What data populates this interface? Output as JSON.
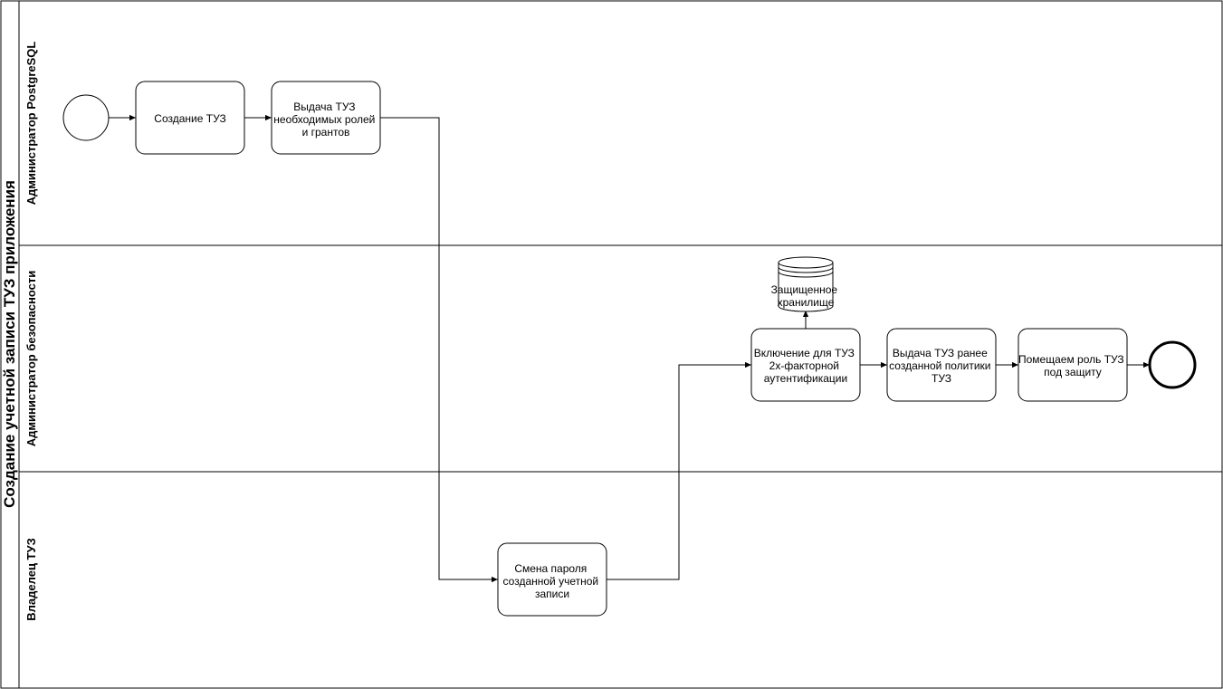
{
  "pool": {
    "title": "Создание учетной записи ТУЗ приложения"
  },
  "lanes": [
    {
      "title": "Администратор PostgreSQL"
    },
    {
      "title": "Администратор безопасности"
    },
    {
      "title": "Владелец ТУЗ"
    }
  ],
  "tasks": {
    "create_account": [
      "Создание ТУЗ"
    ],
    "grant_roles": [
      "Выдача ТУЗ",
      "необходимых ролей",
      "и грантов"
    ],
    "change_password": [
      "Смена пароля",
      "созданной учетной",
      "записи"
    ],
    "enable_2fa": [
      "Включение для ТУЗ",
      "2х-факторной",
      "аутентификации"
    ],
    "issue_policy": [
      "Выдача ТУЗ ранее",
      "созданной политики",
      "ТУЗ"
    ],
    "protect_role": [
      "Помещаем роль ТУЗ",
      "под защиту"
    ]
  },
  "datastore": {
    "label": [
      "Защищенное",
      "хранилище"
    ]
  },
  "colors": {
    "stroke": "#000000",
    "fill": "#ffffff"
  }
}
